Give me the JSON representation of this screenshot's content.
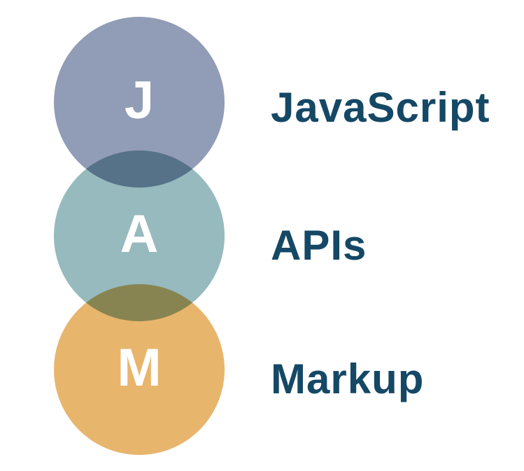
{
  "colors": {
    "text": "#154865",
    "javascript": "#919cb6",
    "apis": "#96babe",
    "markup": "#e8b56d",
    "letter": "#ffffff"
  },
  "items": [
    {
      "letter": "J",
      "word": "JavaScript"
    },
    {
      "letter": "A",
      "word": "APIs"
    },
    {
      "letter": "M",
      "word": "Markup"
    }
  ]
}
